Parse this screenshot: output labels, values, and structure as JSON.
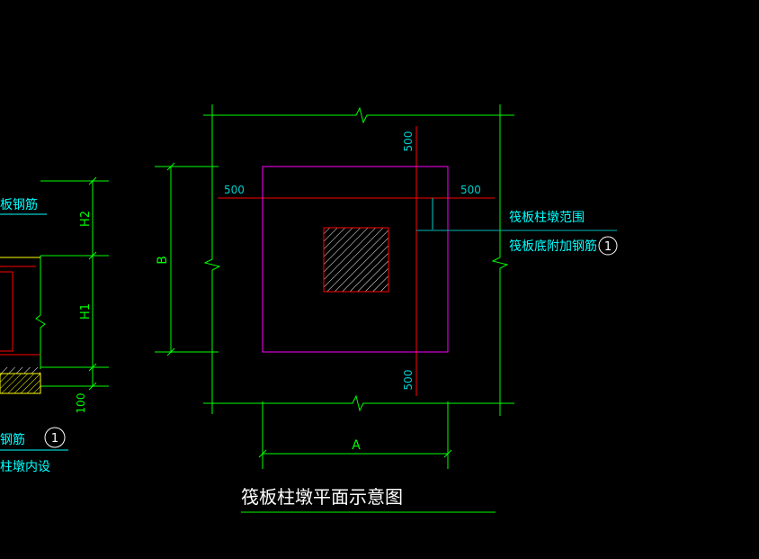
{
  "title": "筏板柱墩平面示意图",
  "dims": {
    "A": "A",
    "B": "B",
    "H1": "H1",
    "H2": "H2",
    "d100": "100",
    "top500": "500",
    "bottom500": "500",
    "left500": "500",
    "right500": "500"
  },
  "labels": {
    "pier_range": "筏板柱墩范围",
    "bottom_rebar": "筏板底附加钢筋",
    "marker": "1",
    "left_rebar_top": "板钢筋",
    "left_rebar_bottom": "钢筋",
    "left_inner": "柱墩内设",
    "left_marker": "1"
  },
  "colors": {
    "background": "#000000",
    "dimension": "#00ff00",
    "text_cyan": "#00ffff",
    "outline_magenta": "#ff00ff",
    "centerline_red": "#ff0000",
    "leader_cyan": "#00b4b4",
    "yellow": "#ffff00",
    "white": "#ffffff"
  }
}
